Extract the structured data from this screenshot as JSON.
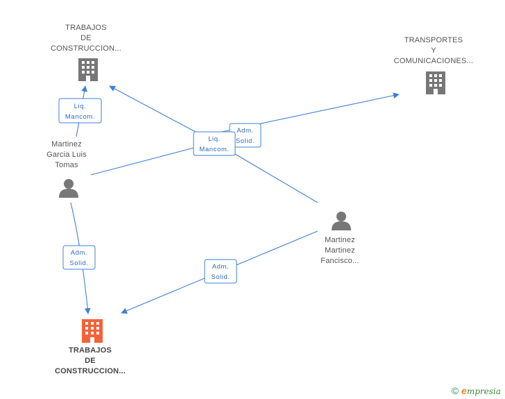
{
  "nodes": {
    "company_top_left": {
      "label": "TRABAJOS\nDE\nCONSTRUCCION...",
      "icon": "building-icon",
      "color": "#777777"
    },
    "company_top_right": {
      "label": "TRANSPORTES\nY\nCOMUNICACIONES...",
      "icon": "building-icon",
      "color": "#777777"
    },
    "person_left": {
      "label": "Martinez\nGarcia Luis\nTomas",
      "icon": "person-icon",
      "color": "#777777"
    },
    "person_right": {
      "label": "Martinez\nMartinez\nFancisco...",
      "icon": "person-icon",
      "color": "#777777"
    },
    "company_bottom": {
      "label": "TRABAJOS\nDE\nCONSTRUCCION...",
      "icon": "building-icon",
      "color": "#f4623a"
    }
  },
  "edges": [
    {
      "id": "e1",
      "label_line1": "Liq.",
      "label_line2": "Mancom."
    },
    {
      "id": "e2",
      "label_line1": "Liq.",
      "label_line2": "Mancom."
    },
    {
      "id": "e3",
      "label_line1": "Adm.",
      "label_line2": "Solid."
    },
    {
      "id": "e4",
      "label_line1": "Adm.",
      "label_line2": "Solid."
    },
    {
      "id": "e5",
      "label_line1": "Adm.",
      "label_line2": "Solid."
    }
  ],
  "footer": {
    "copyright": "©",
    "brand_e": "e",
    "brand_rest": "mpresia"
  },
  "colors": {
    "edge": "#3f7fd6",
    "node_gray": "#777777",
    "highlight": "#f4623a"
  }
}
